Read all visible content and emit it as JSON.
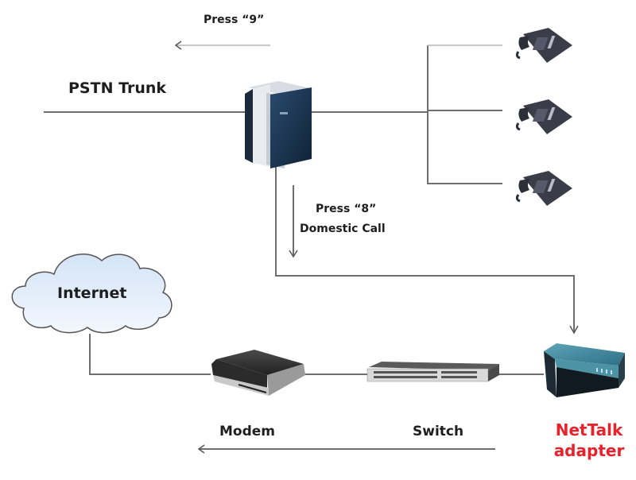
{
  "diagram": {
    "title": "",
    "labels": {
      "press_9": "Press “9”",
      "pstn_trunk": "PSTN Trunk",
      "press_8": "Press “8”",
      "domestic_call": "Domestic Call",
      "internet": "Internet",
      "modem": "Modem",
      "switch": "Switch",
      "nettalk_line1": "NetTalk",
      "nettalk_line2": "adapter"
    },
    "nodes": [
      {
        "id": "pstn-trunk",
        "label": "PSTN Trunk",
        "icon": "trunk-line"
      },
      {
        "id": "pbx",
        "label": "",
        "icon": "pbx-server-icon"
      },
      {
        "id": "phone-1",
        "label": "",
        "icon": "desk-phone-icon"
      },
      {
        "id": "phone-2",
        "label": "",
        "icon": "desk-phone-icon"
      },
      {
        "id": "phone-3",
        "label": "",
        "icon": "desk-phone-icon"
      },
      {
        "id": "internet",
        "label": "Internet",
        "icon": "cloud-icon"
      },
      {
        "id": "modem",
        "label": "Modem",
        "icon": "modem-icon"
      },
      {
        "id": "switch",
        "label": "Switch",
        "icon": "network-switch-icon"
      },
      {
        "id": "nettalk",
        "label": "NetTalk adapter",
        "icon": "voip-adapter-icon"
      }
    ],
    "edges": [
      {
        "from": "pstn-trunk",
        "to": "pbx",
        "label": ""
      },
      {
        "from": "pbx",
        "to": "pstn-trunk",
        "label": "Press “9”",
        "directed": true
      },
      {
        "from": "pbx",
        "to": "phone-1",
        "label": ""
      },
      {
        "from": "pbx",
        "to": "phone-2",
        "label": ""
      },
      {
        "from": "pbx",
        "to": "phone-3",
        "label": ""
      },
      {
        "from": "pbx",
        "to": "nettalk",
        "label": "Press “8” Domestic Call",
        "directed": true
      },
      {
        "from": "internet",
        "to": "modem",
        "label": ""
      },
      {
        "from": "modem",
        "to": "switch",
        "label": ""
      },
      {
        "from": "switch",
        "to": "nettalk",
        "label": ""
      },
      {
        "from": "nettalk",
        "to": "modem",
        "label": "",
        "directed": true
      }
    ],
    "colors": {
      "wire": "#6e6e6e",
      "text": "#1e1e1e",
      "highlight_text": "#e8212a",
      "pbx_body": "#1f3a5a",
      "cloud_fill": "#e3eefa",
      "adapter_body": "#3f8aa0"
    }
  }
}
